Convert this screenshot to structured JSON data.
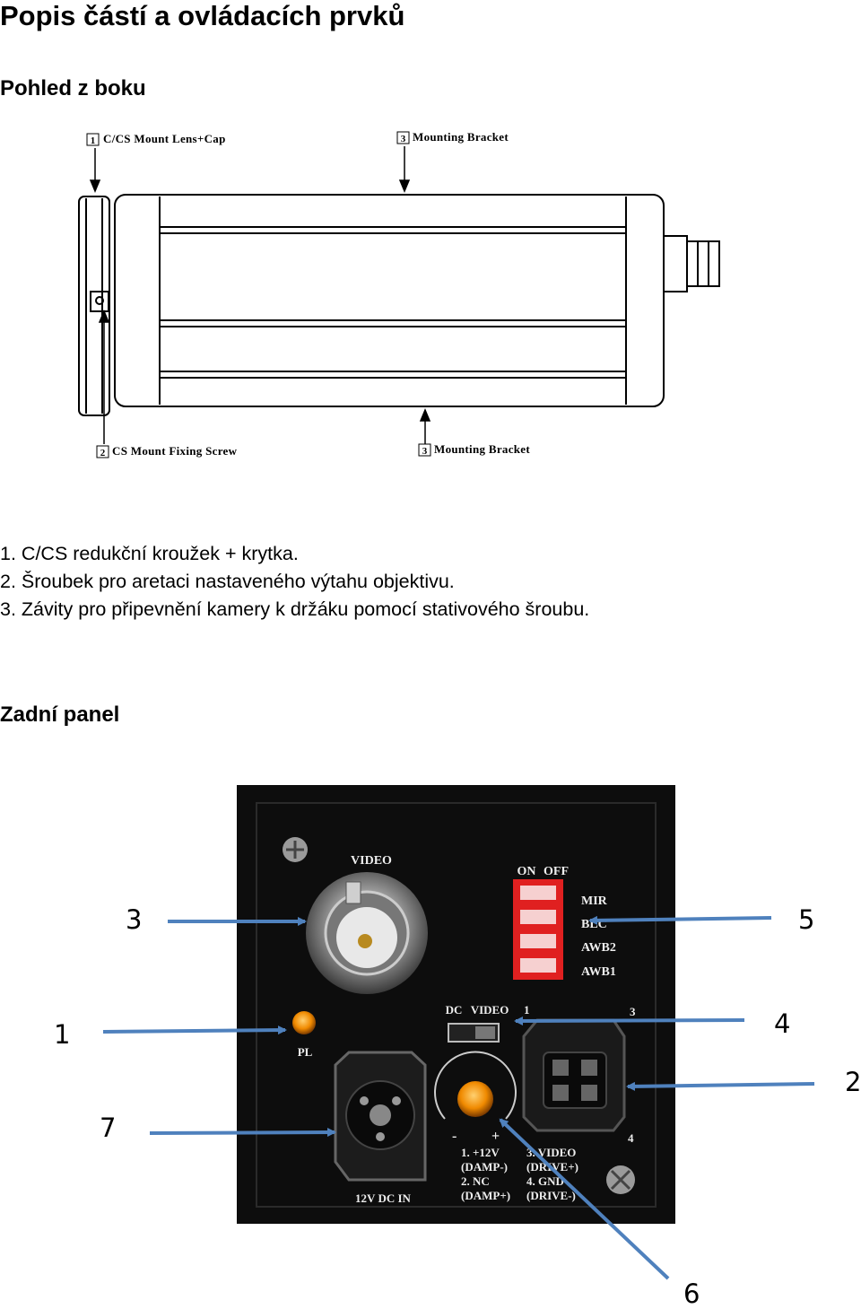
{
  "title": "Popis částí a ovládacích prvků",
  "side_view": {
    "heading": "Pohled z boku",
    "labels": {
      "lens_cap": "C/CS Mount Lens+Cap",
      "bracket_top": "Mounting Bracket",
      "fixing_screw": "CS Mount Fixing Screw",
      "bracket_bottom": "Mounting Bracket",
      "n1": "1",
      "n2": "2",
      "n3a": "3",
      "n3b": "3"
    },
    "items": [
      {
        "num": "1.",
        "text": "C/CS redukční kroužek + krytka."
      },
      {
        "num": "2.",
        "text": "Šroubek pro aretaci nastaveného výtahu objektivu."
      },
      {
        "num": "3.",
        "text": "Závity pro připevnění kamery k držáku pomocí stativového šroubu."
      }
    ]
  },
  "rear_panel": {
    "heading": "Zadní panel",
    "panel_labels": {
      "video": "VIDEO",
      "on": "ON",
      "off": "OFF",
      "mir": "MIR",
      "blc": "BLC",
      "awb2": "AWB2",
      "awb1": "AWB1",
      "pl": "PL",
      "dc": "DC",
      "video_sw": "VIDEO",
      "pin1": "1",
      "pin3": "3",
      "pin4": "4",
      "minus": "-",
      "plus": "+",
      "power": "12V DC IN",
      "pinout": [
        "1. +12V",
        "3. VIDEO",
        "(DAMP-)",
        "(DRIVE+)",
        "2. NC",
        "4. GND",
        "(DAMP+)",
        "(DRIVE-)"
      ]
    },
    "callouts": [
      "1",
      "2",
      "3",
      "4",
      "5",
      "6",
      "7"
    ],
    "colors": {
      "arrow": "#4f81bd",
      "switch": "#e02020",
      "led": "#f08a00",
      "panel": "#0d0d0d"
    }
  }
}
